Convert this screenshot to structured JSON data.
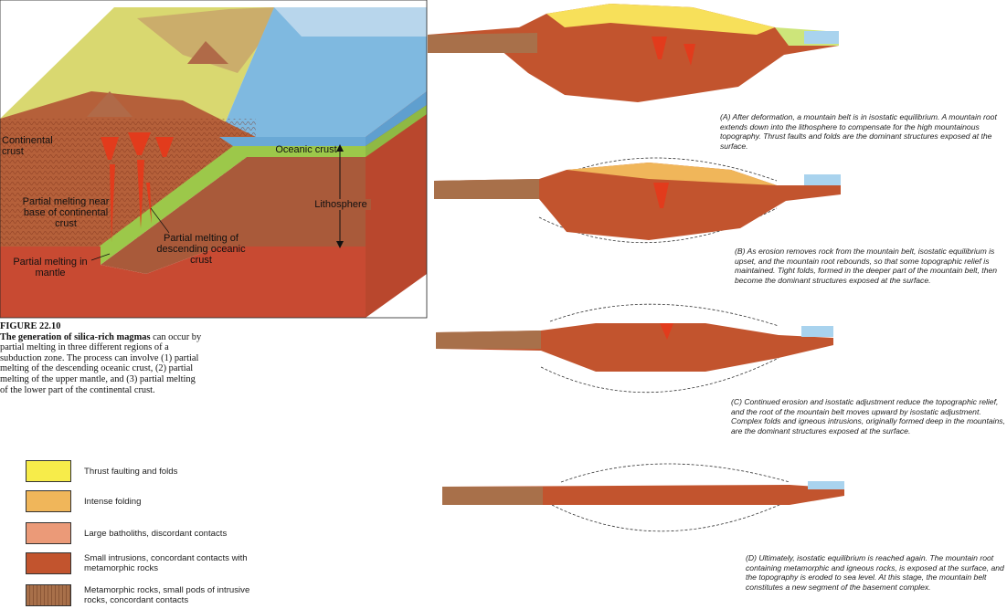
{
  "block_diagram": {
    "labels": {
      "continental_crust": "Continental crust",
      "oceanic_crust": "Oceanic crust",
      "lithosphere": "Lithosphere",
      "partial_melting_base": "Partial melting near base of continental crust",
      "partial_melting_descending": "Partial melting of descending oceanic crust",
      "partial_melting_mantle": "Partial melting in mantle"
    }
  },
  "figure": {
    "number": "FIGURE 22.10",
    "title": "The generation of silica-rich magmas",
    "text": "can occur by partial melting in three different regions of a subduction zone. The process can involve (1) partial melting of the descending oceanic crust, (2) partial melting of the upper mantle, and (3) partial melting of the lower part of the continental crust."
  },
  "legend": [
    {
      "label": "Thrust faulting and folds",
      "color": "#f7ec4a"
    },
    {
      "label": "Intense folding",
      "color": "#f0b65a"
    },
    {
      "label": "Large batholiths, discordant contacts",
      "color": "#eb9a78"
    },
    {
      "label": "Small intrusions, concordant contacts with metamorphic rocks",
      "color": "#c2542e"
    },
    {
      "label": "Metamorphic rocks, small pods of intrusive rocks, concordant contacts",
      "color": "#a8704a"
    }
  ],
  "stages": [
    {
      "caption": "(A) After deformation, a mountain belt is in isostatic equilibrium. A mountain root extends down into the lithosphere to compensate for the high mountainous topography. Thrust faults and folds are the dominant structures exposed at the surface."
    },
    {
      "caption": "(B) As erosion removes rock from the mountain belt, isostatic equilibrium is upset, and the mountain root rebounds, so that some topographic relief is maintained. Tight folds, formed in the deeper part of the mountain belt, then become the dominant structures exposed at the surface."
    },
    {
      "caption": "(C) Continued erosion and isostatic adjustment reduce the topographic relief, and the root of the mountain belt moves upward by isostatic adjustment. Complex folds and igneous intrusions, originally formed deep in the mountains, are the dominant structures exposed at the surface."
    },
    {
      "caption": "(D) Ultimately, isostatic equilibrium is reached again. The mountain root containing metamorphic and igneous rocks, is exposed at the surface, and the topography is eroded to sea level. At this stage, the mountain belt constitutes a new segment of the basement complex."
    }
  ],
  "colors": {
    "ocean": "#7fb9e0",
    "crust_green": "#9cc84a",
    "mantle_red": "#c84a32",
    "crust_brown": "#b5603a",
    "land_yellow": "#e9e07a"
  }
}
